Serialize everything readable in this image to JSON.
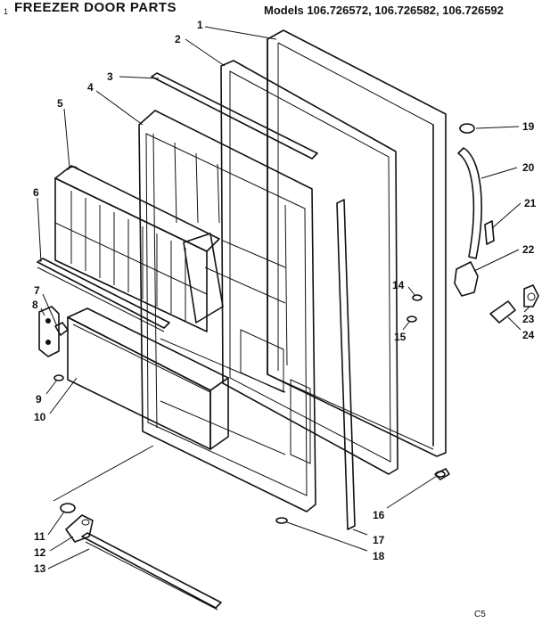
{
  "header": {
    "tick": "1",
    "title": "FREEZER DOOR PARTS",
    "models": "Models 106.726572, 106.726582, 106.726592"
  },
  "callouts": [
    "1",
    "2",
    "3",
    "4",
    "5",
    "6",
    "7",
    "8",
    "9",
    "10",
    "11",
    "12",
    "13",
    "14",
    "15",
    "16",
    "17",
    "18",
    "19",
    "20",
    "21",
    "22",
    "23",
    "24"
  ],
  "footer": {
    "code": "C5"
  }
}
